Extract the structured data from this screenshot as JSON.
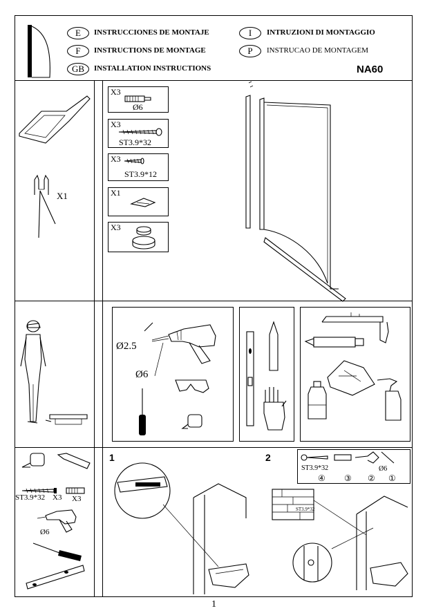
{
  "header": {
    "languages": [
      {
        "code": "E",
        "label": "INSTRUCCIONES DE MONTAJE"
      },
      {
        "code": "F",
        "label": "INSTRUCTIONS DE MONTAGE"
      },
      {
        "code": "GB",
        "label": "INSTALLATION INSTRUCTIONS"
      },
      {
        "code": "I",
        "label": "INTRUZIONI DI MONTAGGIO"
      },
      {
        "code": "P",
        "label": "INSTRUCAO DE MONTAGEM"
      }
    ],
    "model": "NA60"
  },
  "parts": {
    "enclosure_qty": "X1",
    "items": [
      {
        "qty": "X3",
        "label": "Ø6"
      },
      {
        "qty": "X3",
        "label": "ST3.9*32"
      },
      {
        "qty": "X3",
        "label": "ST3.9*12"
      },
      {
        "qty": "X1",
        "label": ""
      },
      {
        "qty": "X3",
        "label": ""
      }
    ]
  },
  "tools": {
    "bit_small": "Ø2.5",
    "bit_large": "Ø6"
  },
  "step_parts": {
    "screw": "ST3.9*32",
    "screw_qty": "X3",
    "plug_qty": "X3",
    "bit": "Ø6"
  },
  "steps": [
    {
      "number": "1"
    },
    {
      "number": "2",
      "screw": "ST3.9*32",
      "bit": "Ø6",
      "order": [
        "④",
        "③",
        "②",
        "①"
      ],
      "wall_label": "ST3.9*32"
    }
  ],
  "footer": {
    "page": "1"
  }
}
